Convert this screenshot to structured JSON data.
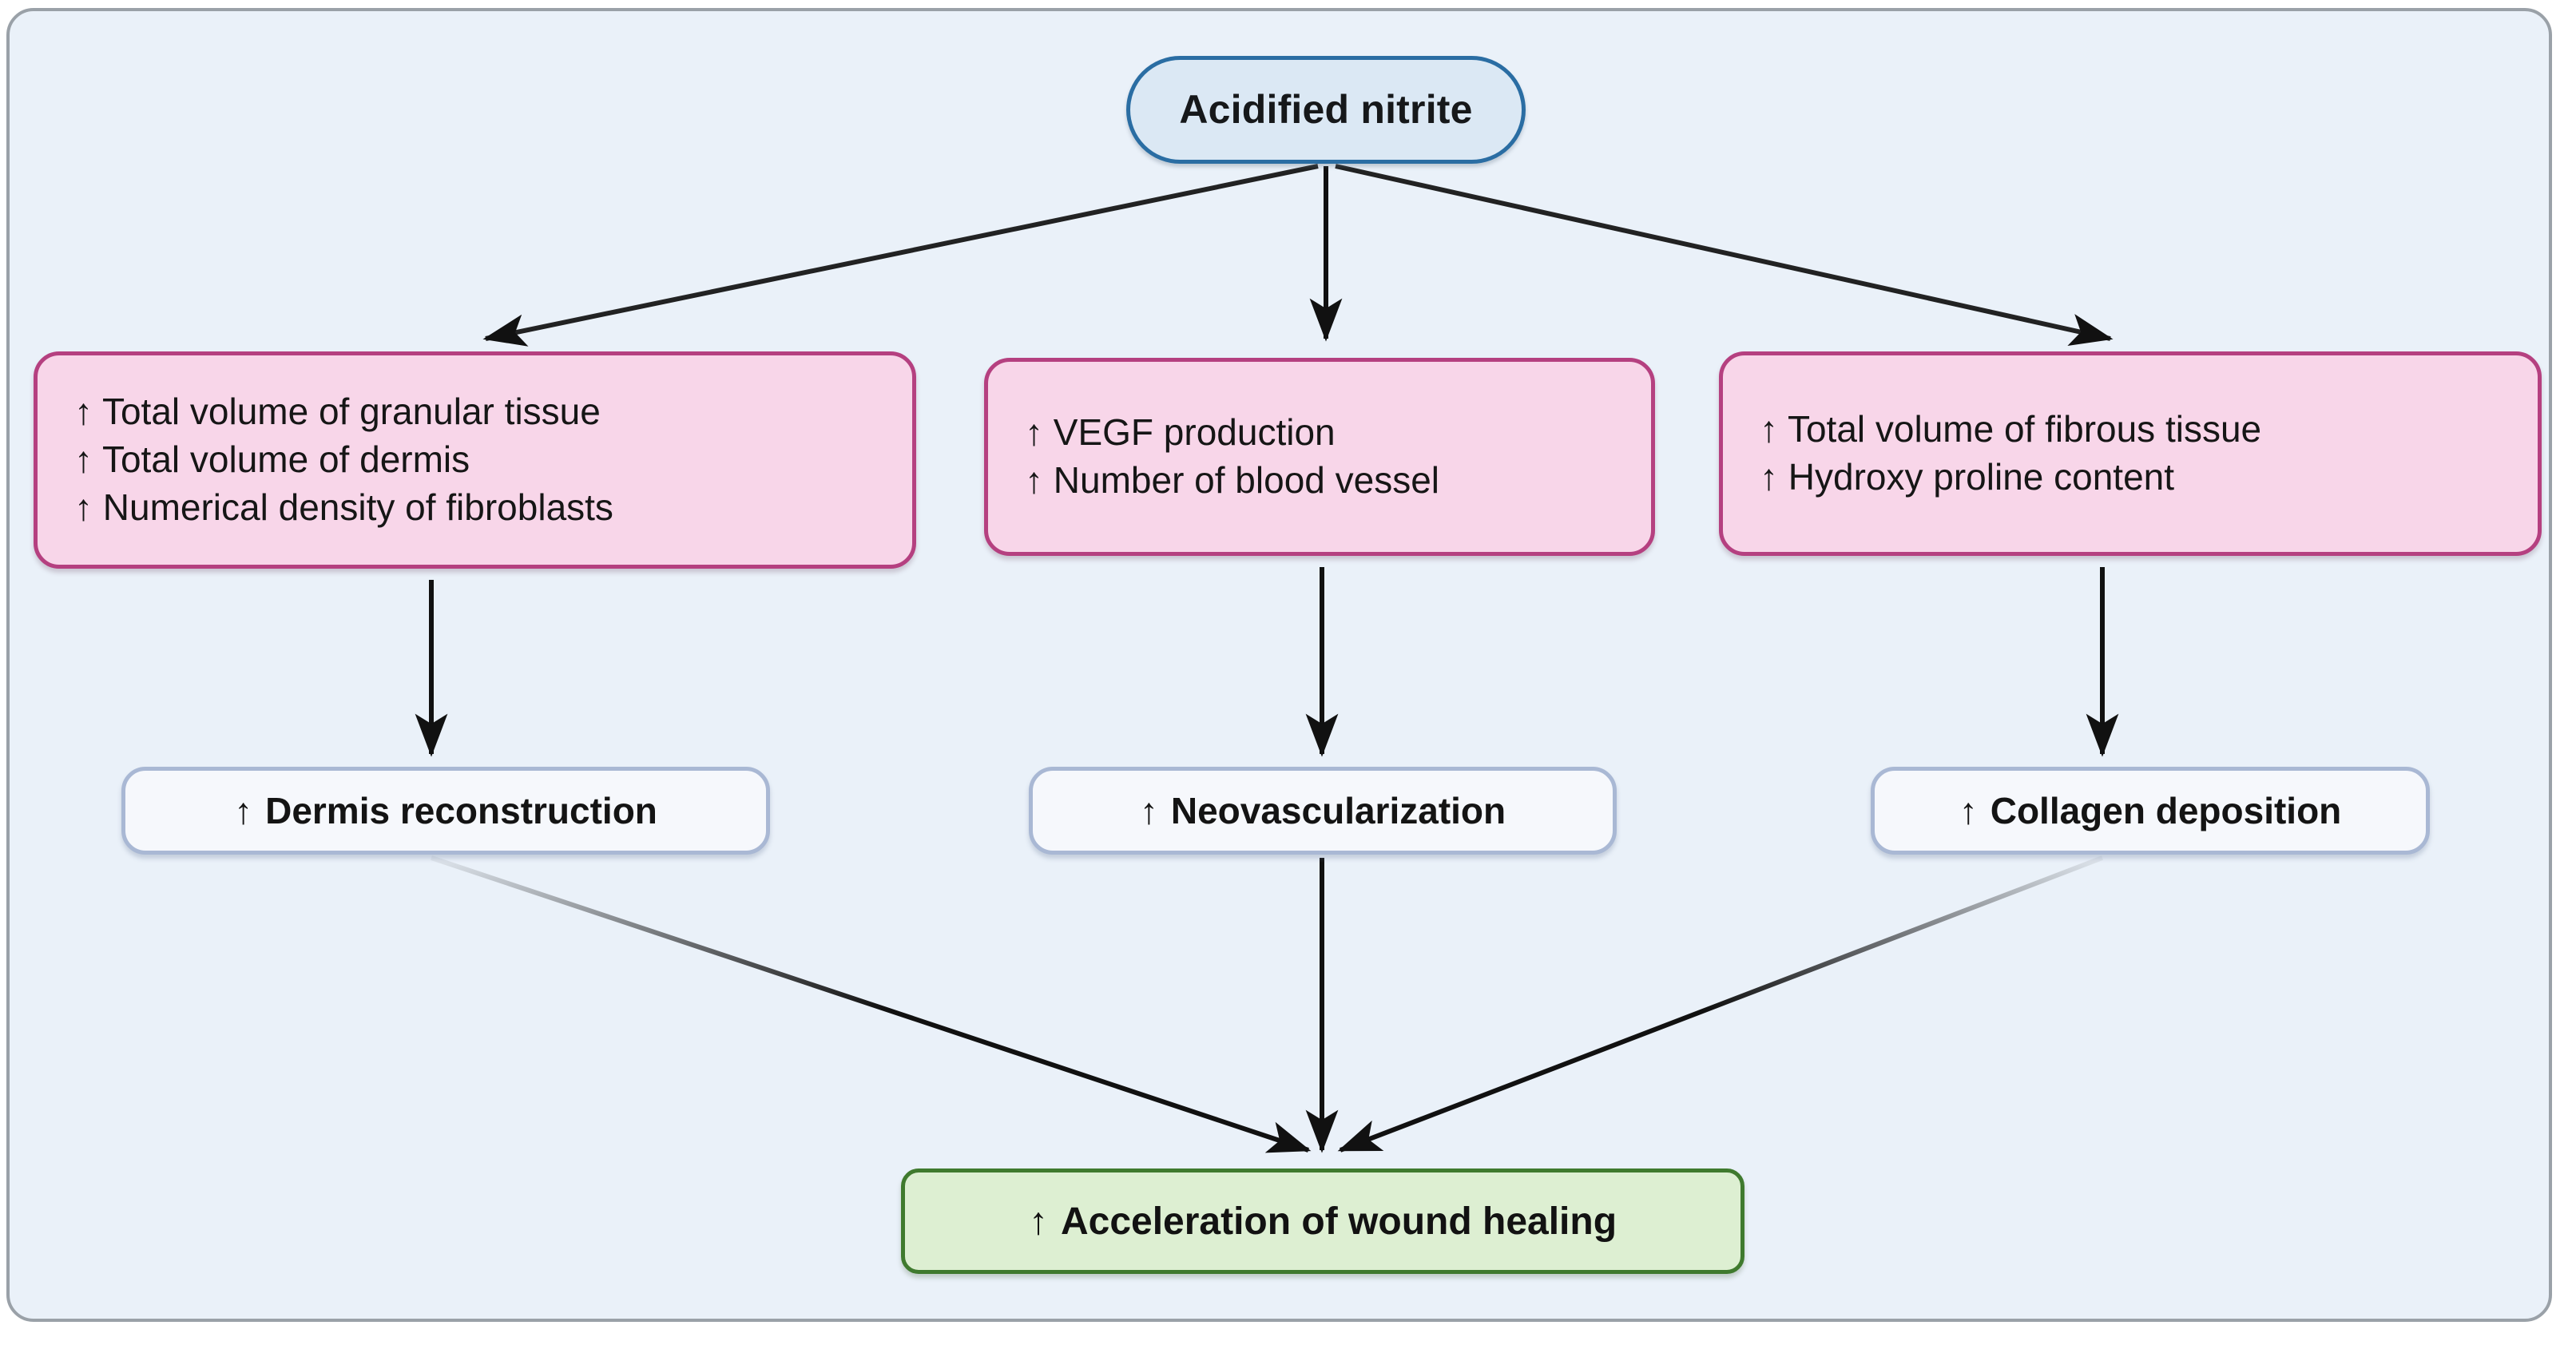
{
  "diagram": {
    "title": "Acidified nitrite wound healing mechanism flowchart",
    "canvas": {
      "background_color": "#eaf1f9",
      "border_color": "#9aa1a8"
    },
    "up_arrow_glyph": "↑",
    "root": {
      "label": "Acidified nitrite",
      "fill_color": "#dbe8f4",
      "border_color": "#2a6da3"
    },
    "effects": [
      {
        "id": "granular-tissue-effects",
        "fill_color": "#f8d6e9",
        "border_color": "#b54080",
        "lines": [
          "↑ Total volume of granular tissue",
          "↑ Total volume of dermis",
          "↑ Numerical density of fibroblasts"
        ]
      },
      {
        "id": "vegf-effects",
        "fill_color": "#f8d6e9",
        "border_color": "#b54080",
        "lines": [
          "↑ VEGF production",
          "↑ Number of blood vessel"
        ]
      },
      {
        "id": "fibrous-tissue-effects",
        "fill_color": "#f8d6e9",
        "border_color": "#b54080",
        "lines": [
          "↑ Total volume of fibrous tissue",
          "↑ Hydroxy proline content"
        ]
      }
    ],
    "outcomes": [
      {
        "id": "dermis-reconstruction",
        "arrow": "↑",
        "label": "Dermis reconstruction",
        "fill_color": "#f6f8fc",
        "border_color": "#a9b8d4"
      },
      {
        "id": "neovascularization",
        "arrow": "↑",
        "label": "Neovascularization",
        "fill_color": "#f6f8fc",
        "border_color": "#a9b8d4"
      },
      {
        "id": "collagen-deposition",
        "arrow": "↑",
        "label": "Collagen deposition",
        "fill_color": "#f6f8fc",
        "border_color": "#a9b8d4"
      }
    ],
    "result": {
      "id": "wound-healing",
      "arrow": "↑",
      "label": "Acceleration of wound healing",
      "fill_color": "#ddefd2",
      "border_color": "#3f7a2e"
    }
  }
}
